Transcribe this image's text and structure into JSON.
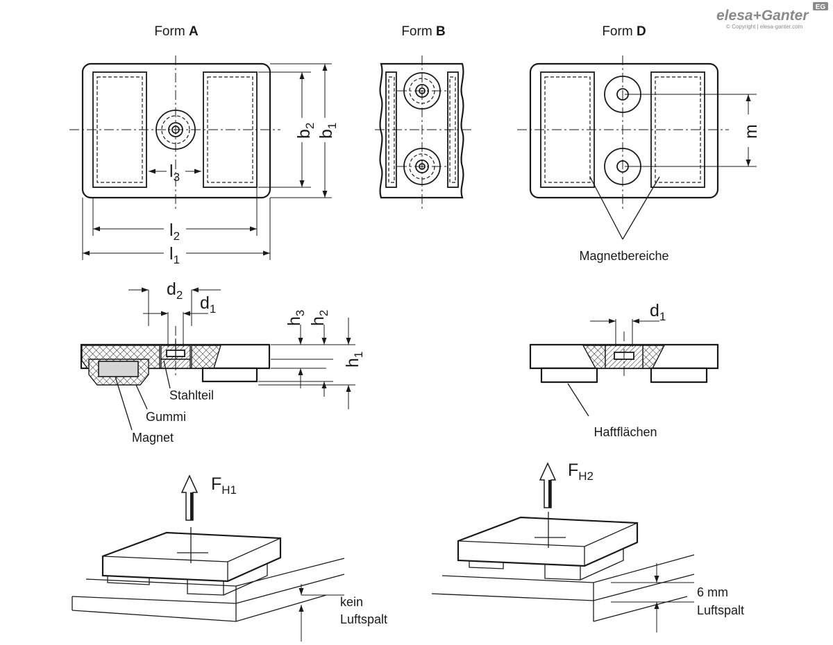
{
  "logo": {
    "brand_text": "elesa+Ganter",
    "badge": "EG",
    "copyright": "© Copyright | elesa-ganter.com"
  },
  "views": {
    "form_a": {
      "prefix": "Form",
      "letter": "A"
    },
    "form_b": {
      "prefix": "Form",
      "letter": "B"
    },
    "form_d": {
      "prefix": "Form",
      "letter": "D"
    }
  },
  "dimensions": {
    "b2": {
      "base": "b",
      "sub": "2"
    },
    "b1": {
      "base": "b",
      "sub": "1"
    },
    "l3": {
      "base": "l",
      "sub": "3"
    },
    "l2": {
      "base": "l",
      "sub": "2"
    },
    "l1": {
      "base": "l",
      "sub": "1"
    },
    "m": {
      "base": "m"
    },
    "d2": {
      "base": "d",
      "sub": "2"
    },
    "d1_a": {
      "base": "d",
      "sub": "1"
    },
    "h3": {
      "base": "h",
      "sub": "3"
    },
    "h2": {
      "base": "h",
      "sub": "2"
    },
    "h1": {
      "base": "h",
      "sub": "1"
    },
    "d1_d": {
      "base": "d",
      "sub": "1"
    }
  },
  "callouts": {
    "magnetbereiche": "Magnetbereiche",
    "stahlteil": "Stahlteil",
    "gummi": "Gummi",
    "magnet": "Magnet",
    "haftflaechen": "Haftflächen"
  },
  "forces": {
    "fh1": {
      "base": "F",
      "sub": "H1"
    },
    "fh2": {
      "base": "F",
      "sub": "H2"
    }
  },
  "air_gap": {
    "none_line1": "kein",
    "none_line2": "Luftspalt",
    "gap_line1": "6 mm",
    "gap_line2": "Luftspalt"
  },
  "colors": {
    "line": "#1a1a1a",
    "magnet_fill": "#d6d6d6",
    "logo_grey": "#8a8a8a"
  }
}
